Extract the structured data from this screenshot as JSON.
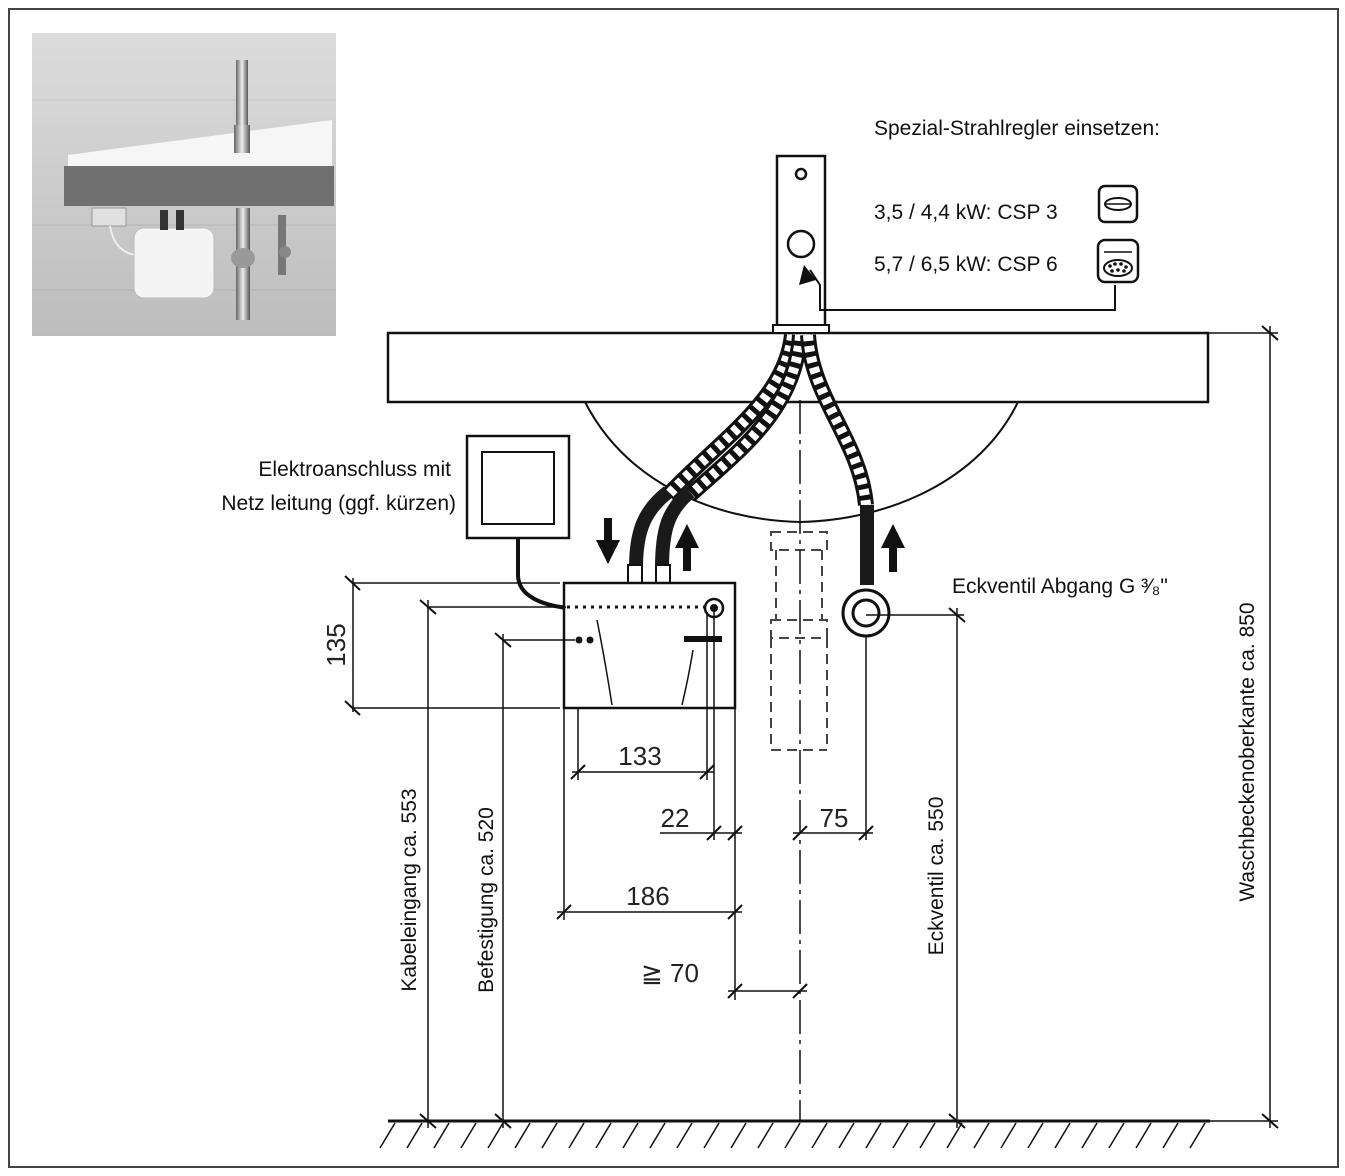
{
  "labels": {
    "strahlregler_title": "Spezial-Strahlregler einsetzen:",
    "csp3": "3,5 / 4,4 kW: CSP 3",
    "csp6": "5,7 / 6,5 kW: CSP 6",
    "elektro_line1": "Elektroanschluss mit",
    "elektro_line2": "Netz leitung (ggf. kürzen)",
    "eckventil_abgang": "Eckventil Abgang G ³⁄₈\"",
    "waschbecken": "Waschbeckenoberkante ca. 850",
    "eckventil": "Eckventil ca. 550",
    "befestigung": "Befestigung ca. 520",
    "kabeleingang": "Kabeleingang ca. 553"
  },
  "dimensions": {
    "height_135": "135",
    "width_133": "133",
    "offset_22": "22",
    "offset_75": "75",
    "width_186": "186",
    "min_70": "≧ 70"
  },
  "colors": {
    "line": "#111111",
    "frame": "#444444",
    "hose": "#1a1a1a"
  }
}
